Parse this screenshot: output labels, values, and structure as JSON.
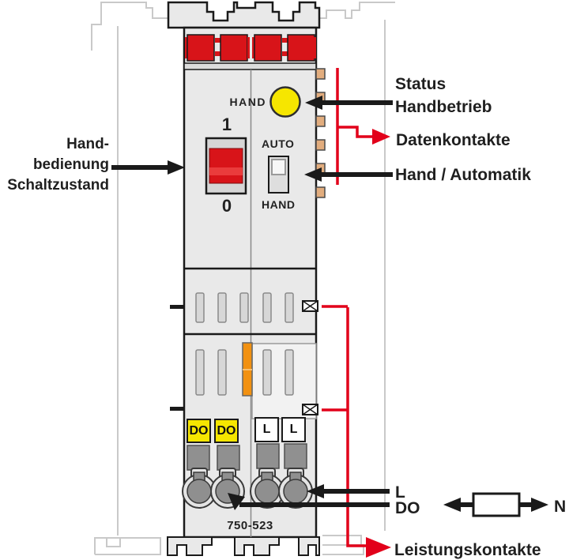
{
  "device": {
    "model": "750-523",
    "led_label": "HAND",
    "rocker_on": "1",
    "rocker_off": "0",
    "mode_auto": "AUTO",
    "mode_hand": "HAND",
    "terminal_tags": [
      "DO",
      "DO",
      "L",
      "L"
    ]
  },
  "annotations": {
    "handbedienung_line1": "Hand-",
    "handbedienung_line2": "bedienung",
    "handbedienung_line3": "Schaltzustand",
    "status_line1": "Status",
    "status_line2": "Handbetrieb",
    "datenkontakte": "Datenkontakte",
    "hand_automatik": "Hand / Automatik",
    "terminal_l": "L",
    "terminal_do": "DO",
    "neutral": "N",
    "leistungskontakte": "Leistungskontakte"
  },
  "colors": {
    "red": "#d81419",
    "signal_red": "#e2001a",
    "yellow": "#f6e600",
    "orange": "#f29111",
    "contact_tan": "#e2ad7e",
    "body_gray": "#e9e9e9",
    "ghost_gray": "#c9c9c9",
    "line_black": "#1a1a1a"
  }
}
